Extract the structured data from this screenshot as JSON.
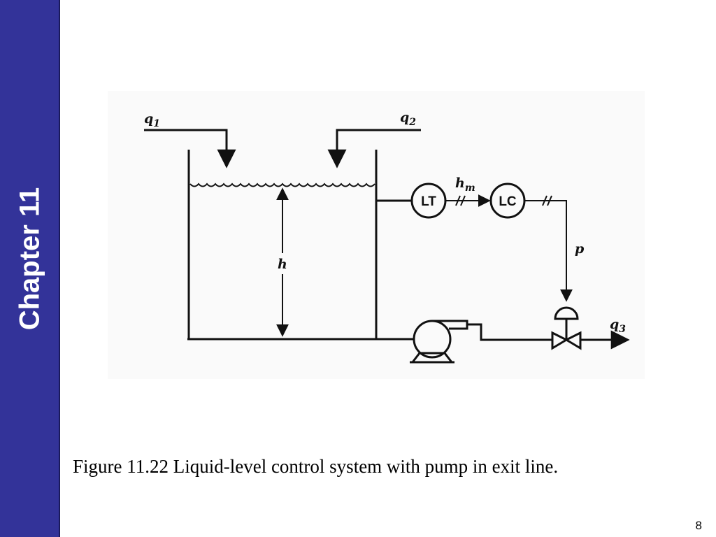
{
  "sidebar": {
    "title": "Chapter 11",
    "color": "#333399"
  },
  "diagram": {
    "inlet_1": {
      "symbol": "q",
      "subscript": "1"
    },
    "inlet_2": {
      "symbol": "q",
      "subscript": "2"
    },
    "outlet": {
      "symbol": "q",
      "subscript": "3"
    },
    "level_label": "h",
    "measured_level": {
      "symbol": "h",
      "subscript": "m"
    },
    "controller_output": "p",
    "level_transmitter": "LT",
    "level_controller": "LC",
    "equipment": [
      "tank",
      "pump",
      "control-valve"
    ]
  },
  "caption": "Figure 11.22 Liquid-level control system with pump in exit line.",
  "page_number": "8"
}
